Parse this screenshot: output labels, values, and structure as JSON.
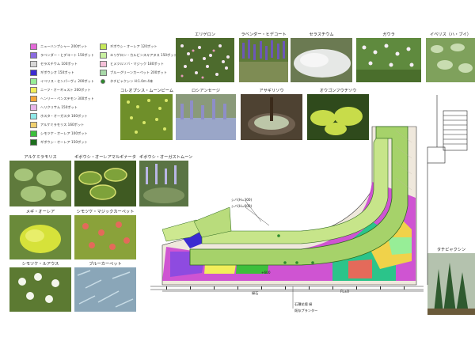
{
  "legend_left": [
    {
      "label": "ニューハンプシャー 200ポット",
      "color": "#e46ad9"
    },
    {
      "label": "ラベンダー・ヒデコート 150ポット",
      "color": "#8a6be0"
    },
    {
      "label": "セラスチウム 100ポット",
      "color": "#d7d7d7"
    },
    {
      "label": "ギボウシオ 150ポット",
      "color": "#3b2bd1"
    },
    {
      "label": "イベリス・センパーヴィ 200ポット",
      "color": "#97ee97"
    },
    {
      "label": "ニーフ・オーギュスト 200ポット",
      "color": "#f2ee5a"
    },
    {
      "label": "ヘンリー・ペンステモン 300ポット",
      "color": "#f4a63b"
    },
    {
      "label": "ヘリクリサム 150ポット",
      "color": "#e9b5e9"
    },
    {
      "label": "ホスタ・オーガスタ 160ポット",
      "color": "#8ee8e8"
    },
    {
      "label": "アルケミラモリス 160ポット",
      "color": "#f0d070"
    },
    {
      "label": "シモツケ・オーレア 100ポット",
      "color": "#3cbf3c"
    },
    {
      "label": "ギボウシ・オーレア 150ポット",
      "color": "#1e6e1e"
    }
  ],
  "legend_right": [
    {
      "label": "ギボウシ・オーレア 120ポット",
      "color": "#c6e85a",
      "dot": false
    },
    {
      "label": "エリゲロン・カルビンスキアヌス 150ポット",
      "color": "#c8f0a0",
      "dot": false
    },
    {
      "label": "ヒメツルソバ・マジック 180ポット",
      "color": "#f5c0d8",
      "dot": false
    },
    {
      "label": "ブルーグリーンカーペット 200ポット",
      "color": "#a8d8a8",
      "dot": false
    },
    {
      "label": "タチビャクシン H:1.0m 4本",
      "color": "#2d8a2d",
      "dot": true
    }
  ],
  "photos": {
    "erigeron": "エリゲロン",
    "lavender": "ラベンダー・ヒデコート",
    "cerastium": "セラスチウム",
    "gaura": "ガウラ",
    "iberis": "イベリス（ハ・ブイ）",
    "coleoptera": "コレオプシス・ムーンビーム",
    "russian_sage": "ロシアンセージ",
    "aralia": "アサギリソウ",
    "hakone": "オウゴンフウチソウ",
    "alchemilla": "アルケミラモリス",
    "hosta_aurea": "ギボウシ・オーレアマルギナータ",
    "hosta_august": "ギボウシ・オーガストムーン",
    "spiraea_aurea": "メギ・オーレア",
    "spiraea_magic": "シモツケ・マジックカーペット",
    "snowball": "シモツケ・ルアウス",
    "blue_carpet": "ブルーカーペット",
    "juniper": "タチビャクシン"
  },
  "plan": {
    "label_shiba1": "シバ(H=300)",
    "label_shiba2": "シバ(H=600)",
    "label_edge": "縁石",
    "label_planter1": "石積花壇 縁",
    "label_planter2": "既存プランター",
    "label_fl": "FL±0",
    "label_dim": "+600"
  }
}
